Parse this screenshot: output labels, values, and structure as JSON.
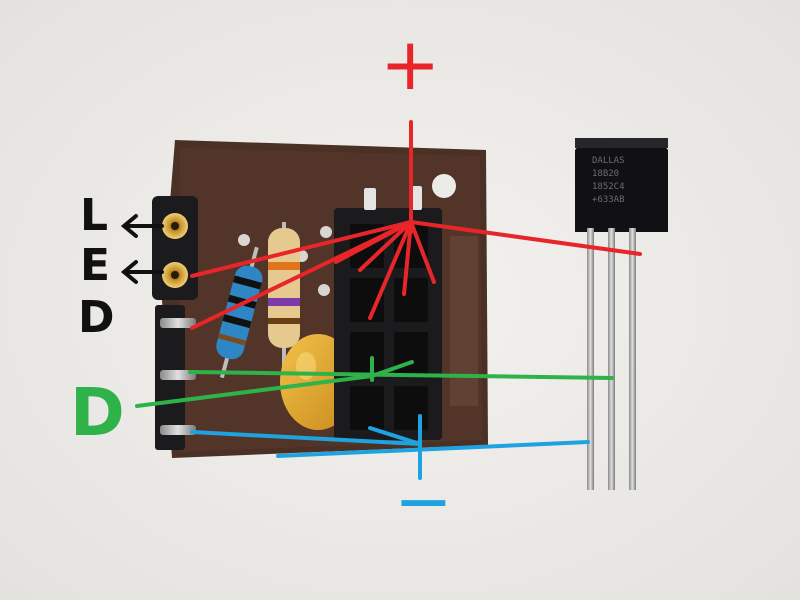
{
  "labels": {
    "l": "L",
    "e": "E",
    "d_black": "D",
    "d_green": "D",
    "plus": "+",
    "minus": "−"
  },
  "chip_text": [
    "DALLAS",
    "18B20",
    "1852C4",
    "+633AB"
  ],
  "colors": {
    "background": "#ecebe8",
    "pcb": "#4a3025",
    "red_marker": "#e8262a",
    "green_marker": "#2fb24a",
    "blue_marker": "#1ea3e0",
    "label_text": "#111111",
    "header_black": "#1b1b1d",
    "capacitor": "#e2a52a"
  }
}
